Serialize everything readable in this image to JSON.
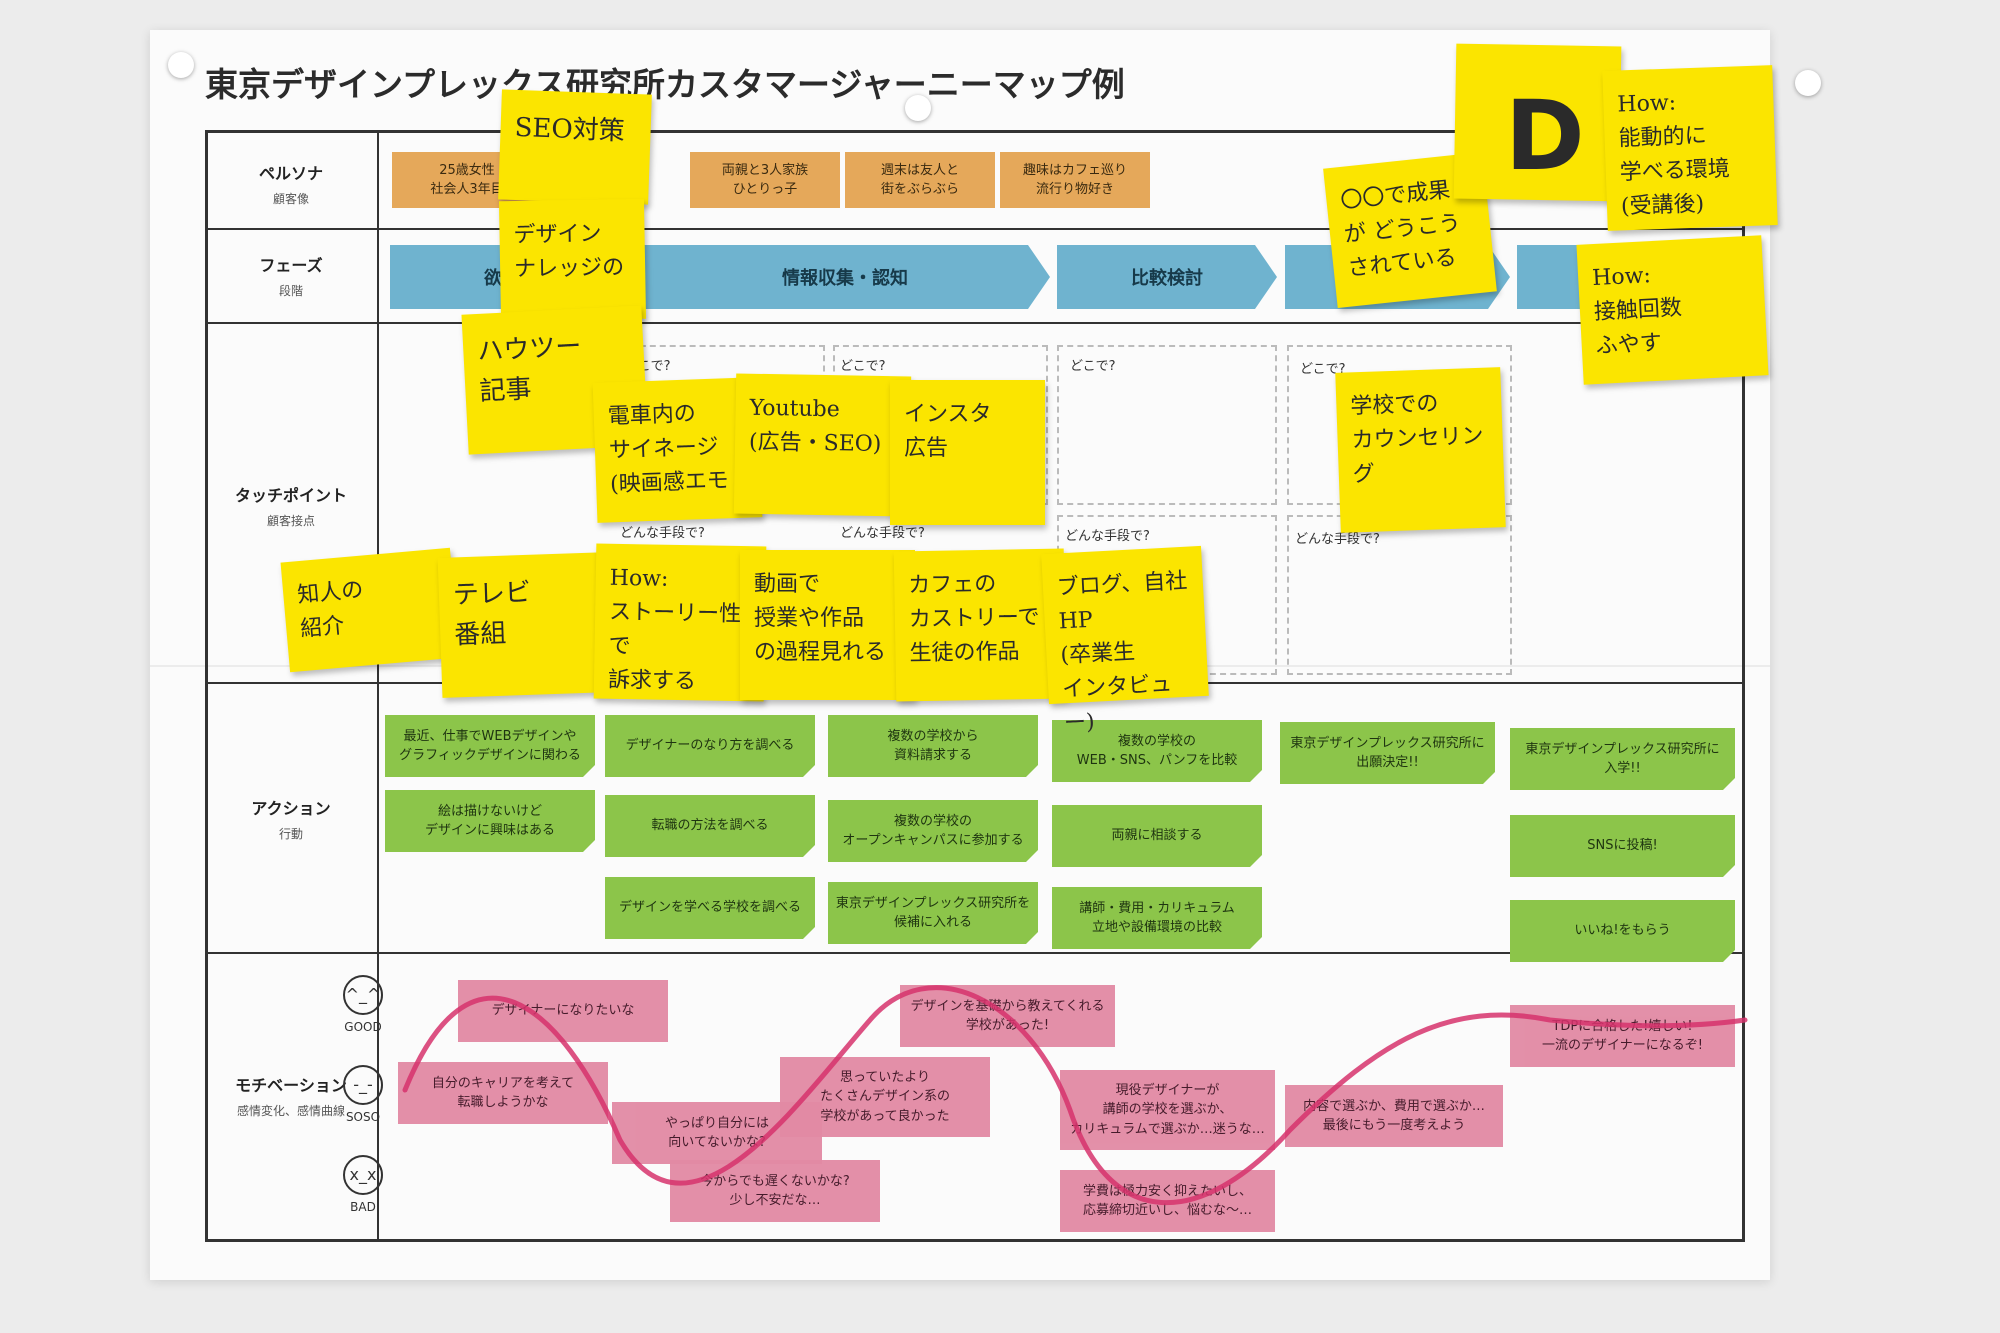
{
  "title": "東京デザインプレックス研究所カスタマージャーニーマップ例",
  "rows": {
    "persona": {
      "label": "ペルソナ",
      "sub": "顧客像"
    },
    "phase": {
      "label": "フェーズ",
      "sub": "段階"
    },
    "touchpoint": {
      "label": "タッチポイント",
      "sub": "顧客接点"
    },
    "action": {
      "label": "アクション",
      "sub": "行動"
    },
    "motivation": {
      "label": "モチベーション",
      "sub": "感情変化、感情曲線"
    }
  },
  "personas": [
    "25歳女性\n社会人3年目",
    "両親と3人家族\nひとりっ子",
    "週末は友人と\n街をぶらぶら",
    "趣味はカフェ巡り\n流行り物好き"
  ],
  "phases": [
    "欲求喚起",
    "情報収集・認知",
    "比較検討",
    "",
    ""
  ],
  "touchpoint_labels": {
    "where": "どこで?",
    "how": "どんな手段で?"
  },
  "actions": [
    "最近、仕事でWEBデザインや\nグラフィックデザインに関わる",
    "絵は描けないけど\nデザインに興味はある",
    "デザイナーのなり方を調べる",
    "転職の方法を調べる",
    "デザインを学べる学校を調べる",
    "複数の学校から\n資料請求する",
    "複数の学校の\nオープンキャンパスに参加する",
    "東京デザインプレックス研究所を\n候補に入れる",
    "複数の学校の\nWEB・SNS、パンフを比較",
    "両親に相談する",
    "講師・費用・カリキュラム\n立地や設備環境の比較",
    "東京デザインプレックス研究所に\n出願決定!!",
    "東京デザインプレックス研究所に\n入学!!",
    "SNSに投稿!",
    "いいね!をもらう"
  ],
  "motivation_levels": [
    "GOOD",
    "SOSO",
    "BAD"
  ],
  "emotions": [
    "デザイナーになりたいな",
    "自分のキャリアを考えて\n転職しようかな",
    "やっぱり自分には\n向いてないかな?",
    "今からでも遅くないかな?\n少し不安だな…",
    "思っていたより\nたくさんデザイン系の\n学校があって良かった",
    "デザインを基礎から教えてくれる\n学校があった!",
    "現役デザイナーが\n講師の学校を選ぶか、\nカリキュラムで選ぶか…迷うな…",
    "学費は極力安く抑えたいし、\n応募締切近いし、悩むな〜…",
    "内容で選ぶか、費用で選ぶか…\n最後にもう一度考えよう",
    "TDPに合格した!嬉しい!\n一流のデザイナーになるぞ!"
  ],
  "stickies": [
    "SEO対策",
    "デザイン\nナレッジの",
    "ハウツー\n記事",
    "電車内の\nサイネージ\n(映画感エモ",
    "Youtube\n(広告・SEO)",
    "インスタ\n広告",
    "知人の\n紹介",
    "テレビ\n番組",
    "How:\nストーリー性で\n訴求する",
    "動画で\n授業や作品\nの過程見れる",
    "カフェの\nカストリーで\n生徒の作品",
    "ブログ、自社HP\n(卒業生\nインタビュー)",
    "〇〇で成果\nが どうこう\nされている",
    "学校での\nカウンセリング",
    "How:\n能動的に\n学べる環境\n(受講後)",
    "How:\n接触回数\nふやす"
  ],
  "badge": "D",
  "colors": {
    "persona": "#e5a85a",
    "phase": "#6fb3cf",
    "action": "#8cc54a",
    "emotion": "#e28aa4",
    "sticky": "#fbe500",
    "curve": "#d6336c"
  }
}
